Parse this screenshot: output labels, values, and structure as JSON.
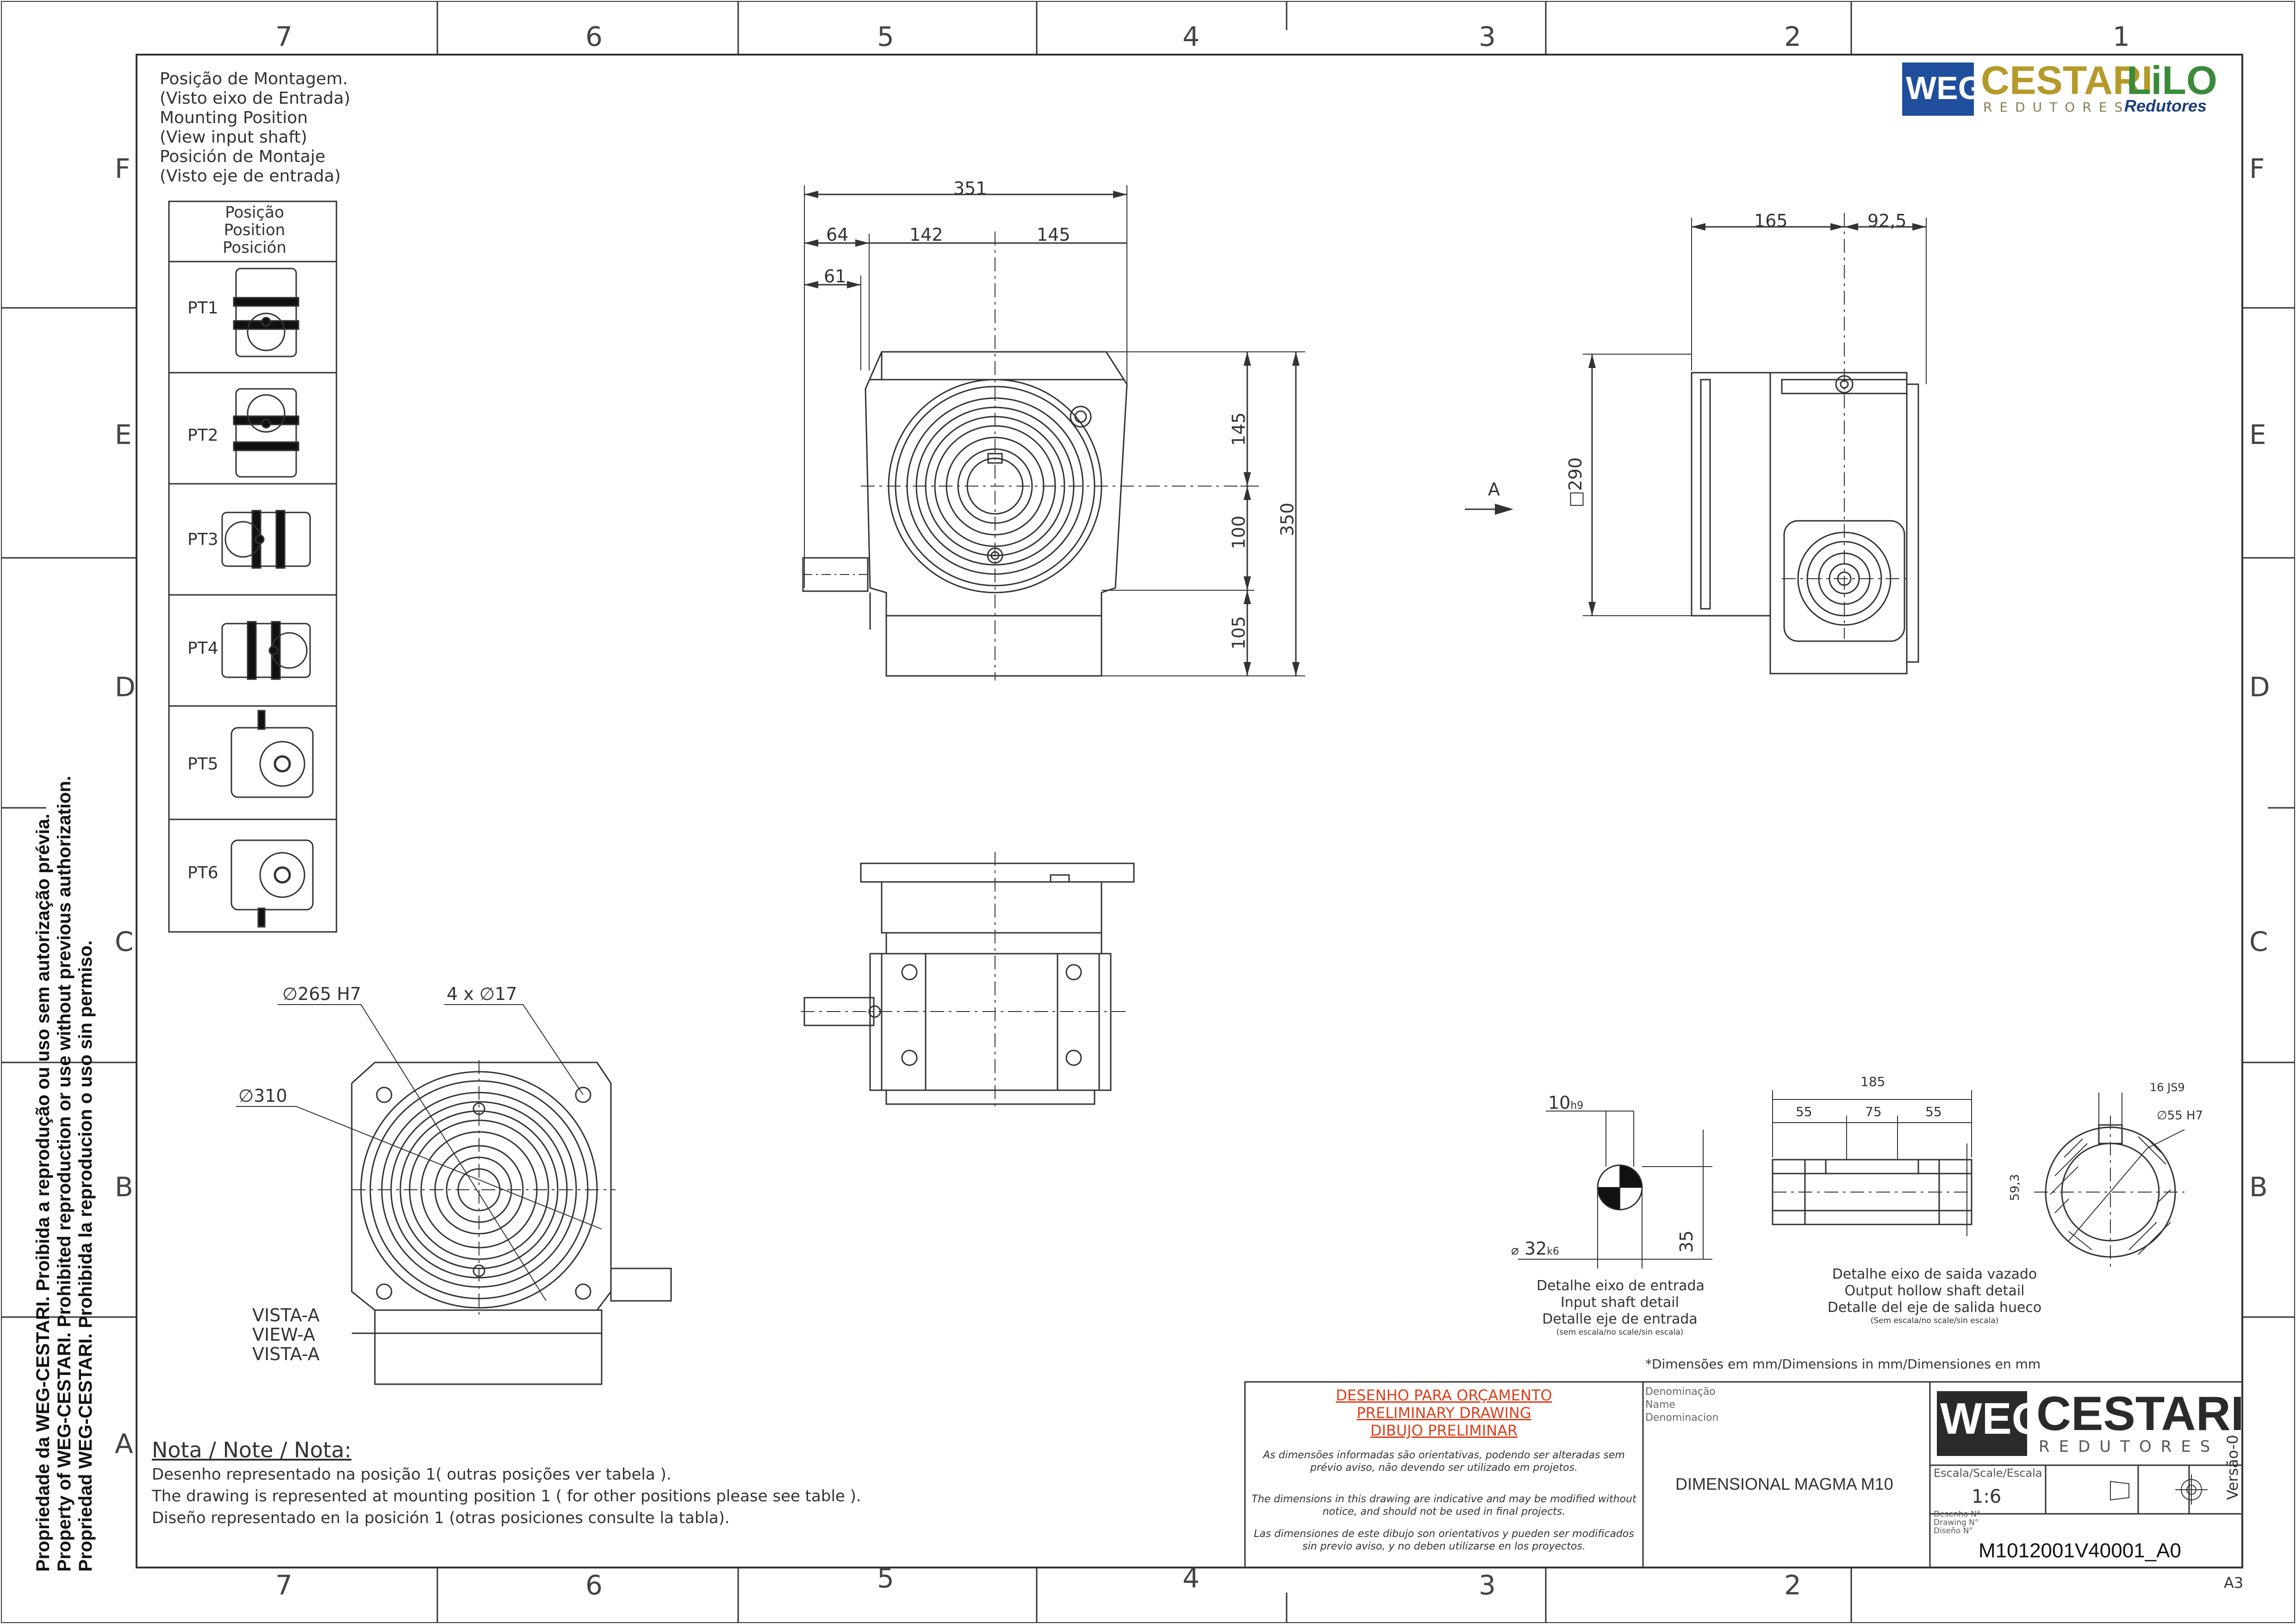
{
  "frame": {
    "columns": [
      "7",
      "6",
      "5",
      "4",
      "3",
      "2",
      "1"
    ],
    "rows": [
      "F",
      "E",
      "D",
      "C",
      "B",
      "A"
    ]
  },
  "mounting": {
    "caption": [
      "Posição de Montagem.",
      "(Visto eixo de Entrada)",
      "Mounting Position",
      "(View input shaft)",
      "Posición de Montaje",
      "(Visto eje de entrada)"
    ],
    "table_header": [
      "Posição",
      "Position",
      "Posición"
    ],
    "positions": [
      "PT1",
      "PT2",
      "PT3",
      "PT4",
      "PT5",
      "PT6"
    ]
  },
  "brand": {
    "weg": "WEG",
    "cestari": "CESTARI",
    "lilo": "LiLO",
    "redutores": "REDUTORES",
    "lilo_sub": "Redutores"
  },
  "front_view_dims": {
    "d351": "351",
    "d64": "64",
    "d142": "142",
    "d145": "145",
    "d61": "61",
    "v145": "145",
    "v100": "100",
    "v105": "105",
    "v350": "350"
  },
  "side_view_dims": {
    "d165": "165",
    "d92_5": "92,5",
    "sq290": "□290",
    "view_arrow": "A"
  },
  "view_a": {
    "d265": "∅265 H7",
    "holes": "4 x ∅17",
    "d310": "∅310",
    "label": [
      "VISTA-A",
      "VIEW-A",
      "VISTA-A"
    ]
  },
  "input_shaft": {
    "key": "10",
    "key_tol": "h9",
    "dia": "32",
    "dia_tol": "k6",
    "dia_symbol": "⌀",
    "len": "35",
    "caption": [
      "Detalhe eixo de entrada",
      "Input shaft detail",
      "Detalle eje de entrada"
    ],
    "scale_note": "(sem escala/no scale/sin escala)"
  },
  "hollow_shaft": {
    "total": "185",
    "seg1": "55",
    "seg2": "75",
    "seg3": "55",
    "key": "16 JS9",
    "bore": "∅55 H7",
    "depth": "59,3",
    "caption": [
      "Detalhe eixo de saida vazado",
      "Output hollow shaft detail",
      "Detalle del eje de salida hueco"
    ],
    "scale_note": "(Sem escala/no scale/sin escala)"
  },
  "dimensions_note": "*Dimensões em mm/Dimensions in mm/Dimensiones en mm",
  "note": {
    "title": "Nota / Note / Nota:",
    "lines": [
      "Desenho representado na posição 1( outras posições ver tabela ).",
      "The drawing is represented at mounting position 1 ( for other positions please see table ).",
      "Diseño representado en la posición 1 (otras posiciones consulte la tabla)."
    ]
  },
  "title_block": {
    "prelim": [
      "DESENHO PARA ORÇAMENTO",
      "PRELIMINARY DRAWING",
      "DIBUJO PRELIMINAR"
    ],
    "disclaimer_pt": "As dimensões informadas são orientativas, podendo ser alteradas sem prévio aviso, não devendo ser utilizado em projetos.",
    "disclaimer_en": "The dimensions in this drawing are indicative and may be modified without notice, and should not be used in final projects.",
    "disclaimer_es": "Las dimensiones de este dibujo son orientativos y pueden ser modificados sin previo aviso, y no deben utilizarse en los proyectos.",
    "name_labels": [
      "Denominação",
      "Name",
      "Denominacion"
    ],
    "name_value": "DIMENSIONAL MAGMA M10",
    "scale_label": "Escala/Scale/Escala",
    "scale_value": "1:6",
    "drawing_labels": [
      "Desenho N°",
      "Drawing N°",
      "Diseño N°"
    ],
    "drawing_number": "M1012001V40001_A0",
    "version": "Versão-0",
    "sheet": "A3"
  },
  "legal": [
    "Propriedade da WEG-CESTARI. Proibida a reprodução ou uso sem autorização prévia.",
    "Property of WEG-CESTARI. Prohibited reproduction or use without previous authorization.",
    "Propriedad WEG-CESTARI. Prohibida la reproducion o uso sin permiso."
  ],
  "colors": {
    "line": "#333333",
    "prelim_red": "#d9411e",
    "weg_blue": "#1f4e9c",
    "cestari_gold": "#b59a2a",
    "lilo_green": "#3a8a3a"
  }
}
